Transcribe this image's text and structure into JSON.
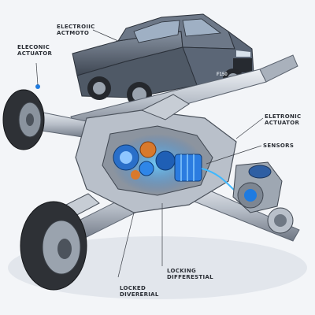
{
  "labels": {
    "top": {
      "line1": "ELECTROIIC",
      "line2": "ACTMOTO"
    },
    "left": {
      "line1": "ELECONIC",
      "line2": "ACTUATOR"
    },
    "right_actuator": {
      "line1": "ELETRONIC",
      "line2": "ACTUATOR"
    },
    "sensors": {
      "line1": "SENSORS"
    },
    "locking": {
      "line1": "LOCKING",
      "line2": "DIFFERESTIAL"
    },
    "locked": {
      "line1": "LOCKED",
      "line2": "DIVERERIAL"
    }
  },
  "truck_badge": "F150",
  "colors": {
    "truck_body": "#5d6877",
    "metal": "#c9ced6",
    "metal_dark": "#7f8794",
    "tire": "#2e3136",
    "accent_blue": "#1f7be0",
    "accent_orange": "#d9792c",
    "leader": "#3b3f46"
  }
}
